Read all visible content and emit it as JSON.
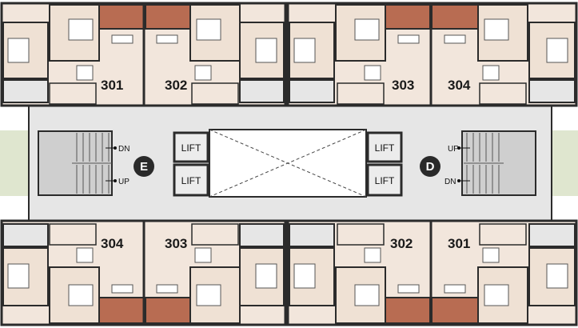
{
  "colors": {
    "wall": "#2b2b2b",
    "floor": "#f2e6dc",
    "bedroom": "#efe1d4",
    "balcony": "#e8d2c2",
    "terrace": "#b86c52",
    "corridor": "#e6e6e6",
    "stair": "#cfcfcf",
    "landscape": "#dfe6cf",
    "core_badge": "#2a2a2a"
  },
  "wing_e": {
    "label": "E",
    "units_top": [
      "301",
      "302"
    ],
    "units_bottom": [
      "304",
      "303"
    ],
    "lifts": [
      "LIFT",
      "LIFT"
    ],
    "stair_dn": "DN",
    "stair_up": "UP"
  },
  "wing_d": {
    "label": "D",
    "units_top": [
      "303",
      "304"
    ],
    "units_bottom": [
      "302",
      "301"
    ],
    "lifts": [
      "LIFT",
      "LIFT"
    ],
    "stair_up": "UP",
    "stair_dn": "DN"
  }
}
